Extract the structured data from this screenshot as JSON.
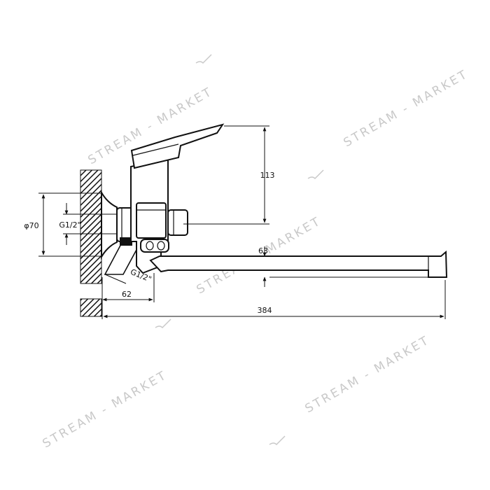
{
  "dimensions": {
    "height_handle": "113",
    "pipe_thread_left": "G1/2\"",
    "flange_diameter": "φ70",
    "spout_drop": "63",
    "inlet_thread": "G1/2\"",
    "wall_offset": "62",
    "spout_length": "384"
  },
  "watermark": {
    "text": "STREAM - MARKET"
  },
  "colors": {
    "ink": "#111111",
    "watermark": "#c9c9c9",
    "background": "#ffffff"
  }
}
